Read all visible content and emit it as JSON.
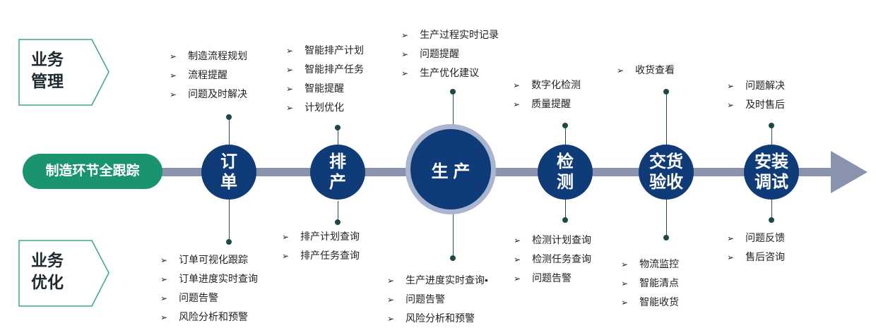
{
  "side_labels": {
    "top": [
      "业务",
      "管理"
    ],
    "bottom": [
      "业务",
      "优化"
    ]
  },
  "main_label": "制造环节全跟踪",
  "stages": [
    {
      "label_lines": [
        "订",
        "单"
      ],
      "management": [
        "制造流程规划",
        "流程提醒",
        "问题及时解决"
      ],
      "optimization": [
        "订单可视化跟踪",
        "订单进度实时查询",
        "问题告警",
        "风险分析和预警"
      ]
    },
    {
      "label_lines": [
        "排",
        "产"
      ],
      "management": [
        "智能排产计划",
        "智能排产任务",
        "智能提醒",
        "计划优化"
      ],
      "optimization": [
        "排产计划查询",
        "排产任务查询"
      ]
    },
    {
      "label_lines": [
        "生 产"
      ],
      "management": [
        "生产过程实时记录",
        "问题提醒",
        "生产优化建议"
      ],
      "optimization": [
        "生产进度实时查询•",
        "问题告警",
        "风险分析和预警"
      ]
    },
    {
      "label_lines": [
        "检",
        "测"
      ],
      "management": [
        "数字化检测",
        "质量提醒"
      ],
      "optimization": [
        "检测计划查询",
        "检测任务查询",
        "问题告警"
      ]
    },
    {
      "label_lines": [
        "交货",
        "验收"
      ],
      "management": [
        "收货查看"
      ],
      "optimization": [
        "物流监控",
        "智能清点",
        "智能收货"
      ]
    },
    {
      "label_lines": [
        "安装",
        "调试"
      ],
      "management": [
        "问题解决",
        "及时售后"
      ],
      "optimization": [
        "问题反馈",
        "售后咨询"
      ]
    }
  ],
  "colors": {
    "node": "#0f3b78",
    "axis": "#8a93ad",
    "pill": "#1a936f",
    "label_border": "#3aa58d"
  }
}
